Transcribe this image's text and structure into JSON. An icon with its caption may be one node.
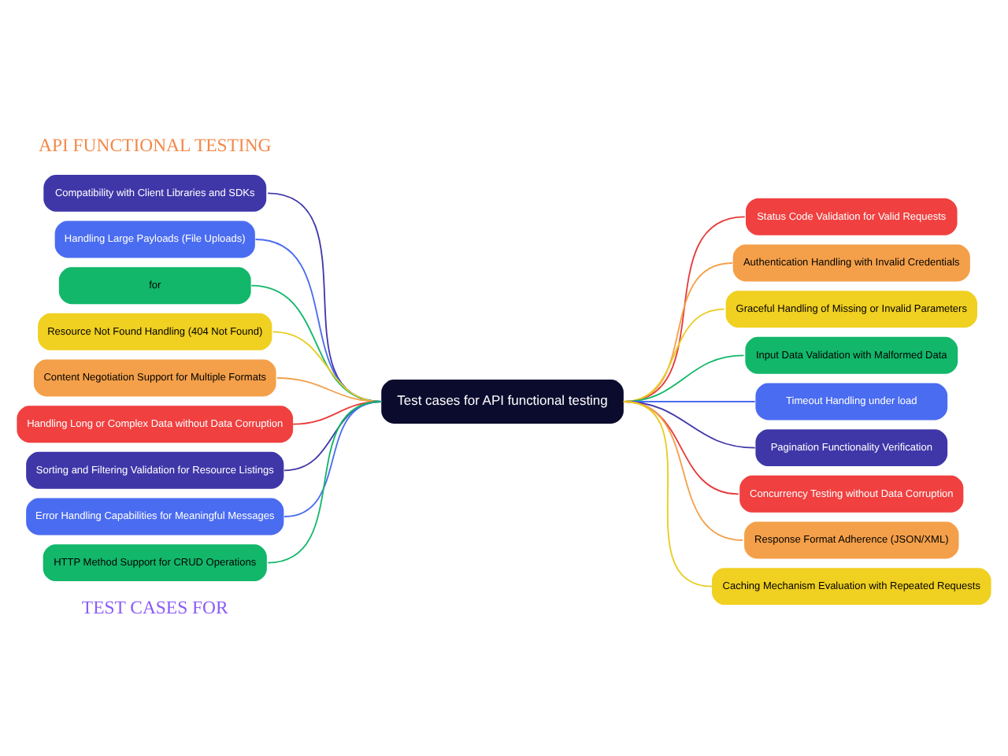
{
  "diagram": {
    "nodes": [
      {
        "text": [
          "Test cases for API functional testing"
        ]
      },
      {
        "text": [
          "Compatibility with Client Libraries and SDKs"
        ]
      },
      {
        "text": [
          "Handling Large Payloads (File Uploads)"
        ]
      },
      {
        "text": [
          "for"
        ]
      },
      {
        "text": [
          "Resource Not Found Handling (404 Not Found)"
        ]
      },
      {
        "text": [
          "Content Negotiation Support for Multiple Formats"
        ]
      },
      {
        "text": [
          "Handling Long or Complex Data without Data Corruption"
        ]
      },
      {
        "text": [
          "Sorting and Filtering Validation for Resource Listings"
        ]
      },
      {
        "text": [
          "Error Handling Capabilities for Meaningful Messages"
        ]
      },
      {
        "text": [
          "HTTP Method Support for CRUD Operations"
        ]
      },
      {
        "text": [
          "Status Code Validation for Valid Requests"
        ]
      },
      {
        "text": [
          "Authentication Handling with Invalid Credentials"
        ]
      },
      {
        "text": [
          "Graceful Handling of Missing or Invalid Parameters"
        ]
      },
      {
        "text": [
          "Input Data Validation with Malformed Data"
        ]
      },
      {
        "text": [
          "Timeout Handling under load"
        ]
      },
      {
        "text": [
          "Pagination Functionality Verification"
        ]
      },
      {
        "text": [
          "Concurrency Testing without Data Corruption"
        ]
      },
      {
        "text": [
          "Response Format Adherence (JSON/XML)"
        ]
      },
      {
        "text": [
          "Caching Mechanism Evaluation with Repeated Requests"
        ]
      }
    ],
    "edges": [
      {
        "from": 0,
        "to": 1,
        "arrow": "none",
        "color": "#3f37a8"
      },
      {
        "from": 0,
        "to": 2,
        "arrow": "none",
        "color": "#4a6cf0"
      },
      {
        "from": 0,
        "to": 3,
        "arrow": "none",
        "color": "#12b76a"
      },
      {
        "from": 0,
        "to": 4,
        "arrow": "none",
        "color": "#e8cc20"
      },
      {
        "from": 0,
        "to": 5,
        "arrow": "none",
        "color": "#f4a04a"
      },
      {
        "from": 0,
        "to": 6,
        "arrow": "none",
        "color": "#e83a3a"
      },
      {
        "from": 0,
        "to": 7,
        "arrow": "none",
        "color": "#3f37a8"
      },
      {
        "from": 0,
        "to": 8,
        "arrow": "none",
        "color": "#4a6cf0"
      },
      {
        "from": 0,
        "to": 9,
        "arrow": "none",
        "color": "#12b76a"
      },
      {
        "from": 0,
        "to": 10,
        "arrow": "none",
        "color": "#e83a3a"
      },
      {
        "from": 0,
        "to": 11,
        "arrow": "none",
        "color": "#f4a04a"
      },
      {
        "from": 0,
        "to": 12,
        "arrow": "none",
        "color": "#e8cc20"
      },
      {
        "from": 0,
        "to": 13,
        "arrow": "none",
        "color": "#12b76a"
      },
      {
        "from": 0,
        "to": 14,
        "arrow": "none",
        "color": "#4a6cf0"
      },
      {
        "from": 0,
        "to": 15,
        "arrow": "none",
        "color": "#3f37a8"
      },
      {
        "from": 0,
        "to": 16,
        "arrow": "none",
        "color": "#e83a3a"
      },
      {
        "from": 0,
        "to": 17,
        "arrow": "none",
        "color": "#f4a04a"
      },
      {
        "from": 0,
        "to": 18,
        "arrow": "none",
        "color": "#e8cc20"
      }
    ],
    "labels": [
      "TEST CASES FOR",
      "API FUNCTIONAL TESTING"
    ]
  }
}
